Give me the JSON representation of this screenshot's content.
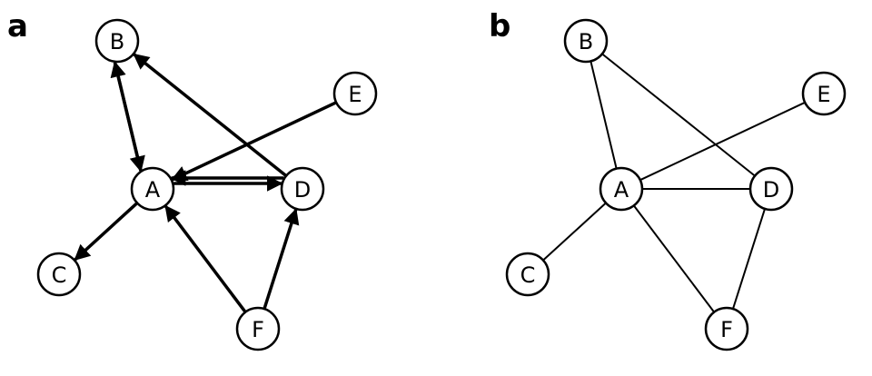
{
  "panels": [
    {
      "label": "a",
      "directed": true,
      "nodes": [
        "A",
        "B",
        "C",
        "D",
        "E",
        "F"
      ],
      "edges": [
        [
          "A",
          "B"
        ],
        [
          "B",
          "A"
        ],
        [
          "D",
          "B"
        ],
        [
          "E",
          "A"
        ],
        [
          "A",
          "D"
        ],
        [
          "D",
          "A"
        ],
        [
          "A",
          "C"
        ],
        [
          "F",
          "A"
        ],
        [
          "F",
          "D"
        ]
      ]
    },
    {
      "label": "b",
      "directed": false,
      "nodes": [
        "A",
        "B",
        "C",
        "D",
        "E",
        "F"
      ],
      "edges": [
        [
          "B",
          "A"
        ],
        [
          "B",
          "D"
        ],
        [
          "E",
          "A"
        ],
        [
          "A",
          "D"
        ],
        [
          "A",
          "C"
        ],
        [
          "A",
          "F"
        ],
        [
          "D",
          "F"
        ]
      ]
    }
  ],
  "colors": {
    "stroke": "#000000",
    "node_fill": "#ffffff"
  }
}
